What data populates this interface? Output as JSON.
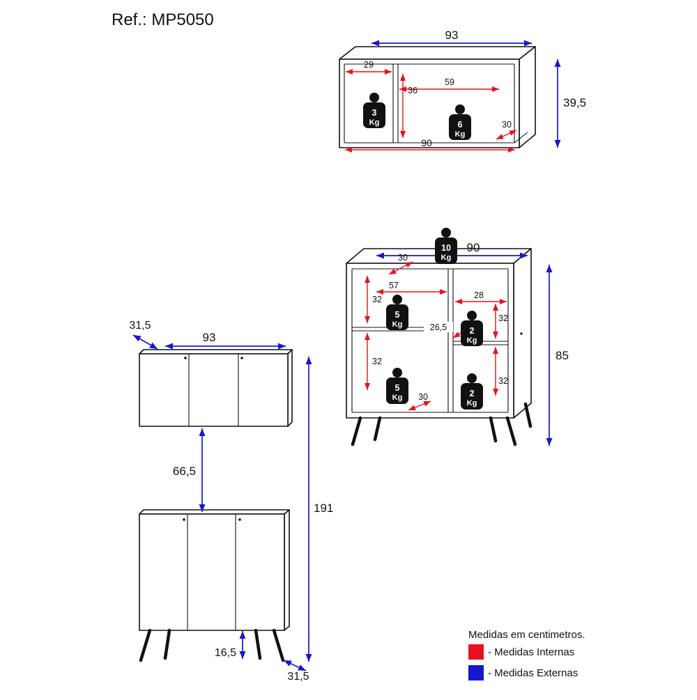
{
  "title": "Ref.: MP5050",
  "colors": {
    "internal": "#e8121c",
    "external": "#1717cc"
  },
  "wall3d": {
    "ext_width": "93",
    "ext_height": "39,5",
    "int_left": "29",
    "int_right": "59",
    "int_height": "36",
    "int_depth": "30",
    "int_width": "90",
    "weights": [
      {
        "value": "3",
        "unit": "Kg"
      },
      {
        "value": "6",
        "unit": "Kg"
      }
    ]
  },
  "base3d": {
    "ext_width": "90",
    "ext_height": "85",
    "int_top_depth": "30",
    "int_left_width": "57",
    "int_right_width": "28",
    "int_left_top": "32",
    "int_left_bottom": "32",
    "int_right_top": "32",
    "int_right_bottom": "32",
    "int_shelf_depth": "26,5",
    "int_bottom_depth": "30",
    "weights": [
      {
        "value": "10",
        "unit": "Kg"
      },
      {
        "value": "5",
        "unit": "Kg"
      },
      {
        "value": "2",
        "unit": "Kg"
      },
      {
        "value": "5",
        "unit": "Kg"
      },
      {
        "value": "2",
        "unit": "Kg"
      }
    ]
  },
  "front": {
    "wall_depth": "31,5",
    "wall_width": "93",
    "gap": "66,5",
    "total_height": "191",
    "leg_height": "16,5",
    "base_depth": "31,5"
  },
  "legend": {
    "heading": "Medidas em centimetros.",
    "items": [
      {
        "label": "- Medidas Internas",
        "color": "#e8121c"
      },
      {
        "label": "- Medidas Externas",
        "color": "#1717cc"
      }
    ]
  }
}
